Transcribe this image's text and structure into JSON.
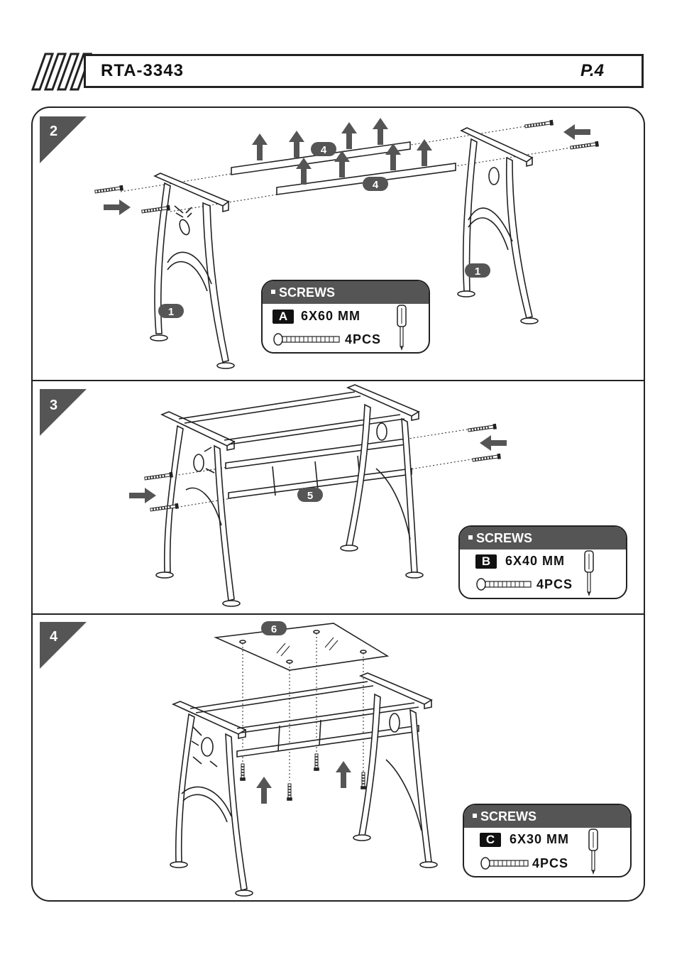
{
  "header": {
    "model": "RTA-3343",
    "page": "P.4"
  },
  "steps": [
    {
      "number": "2",
      "part_labels": [
        "4",
        "4",
        "1",
        "1"
      ],
      "screws": {
        "title": "SCREWS",
        "letter": "A",
        "size": "6X60 MM",
        "qty": "4PCS"
      }
    },
    {
      "number": "3",
      "part_labels": [
        "5"
      ],
      "screws": {
        "title": "SCREWS",
        "letter": "B",
        "size": "6X40 MM",
        "qty": "4PCS"
      }
    },
    {
      "number": "4",
      "part_labels": [
        "6"
      ],
      "screws": {
        "title": "SCREWS",
        "letter": "C",
        "size": "6X30 MM",
        "qty": "4PCS"
      }
    }
  ],
  "colors": {
    "line": "#222222",
    "badge": "#555555",
    "box_header": "#555555"
  }
}
